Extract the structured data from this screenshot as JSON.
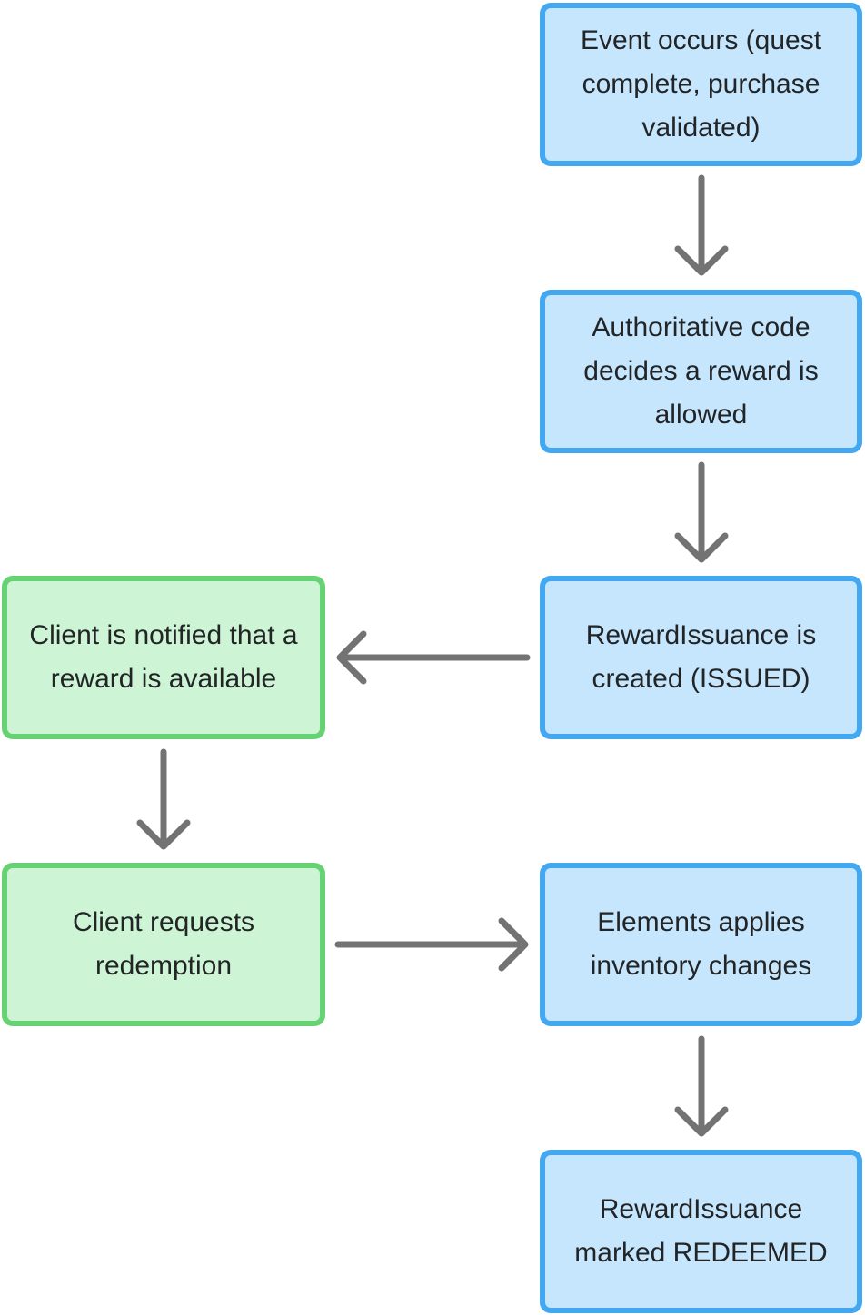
{
  "colors": {
    "blue_fill": "#c5e6fd",
    "blue_border": "#42a8f2",
    "green_fill": "#cdf5d5",
    "green_border": "#66d273",
    "arrow": "#737373",
    "text": "#222426"
  },
  "nodes": {
    "event_occurs": "Event occurs (quest complete, purchase validated)",
    "authoritative_code": "Authoritative code decides a reward is allowed",
    "reward_issued": "RewardIssuance is created (ISSUED)",
    "client_notified": "Client is notified that a reward is available",
    "client_requests": "Client requests redemption",
    "elements_applies": "Elements applies inventory changes",
    "reward_redeemed": "RewardIssuance marked REDEEMED"
  },
  "edges": [
    {
      "from": "event_occurs",
      "to": "authoritative_code"
    },
    {
      "from": "authoritative_code",
      "to": "reward_issued"
    },
    {
      "from": "reward_issued",
      "to": "client_notified"
    },
    {
      "from": "client_notified",
      "to": "client_requests"
    },
    {
      "from": "client_requests",
      "to": "elements_applies"
    },
    {
      "from": "elements_applies",
      "to": "reward_redeemed"
    }
  ]
}
